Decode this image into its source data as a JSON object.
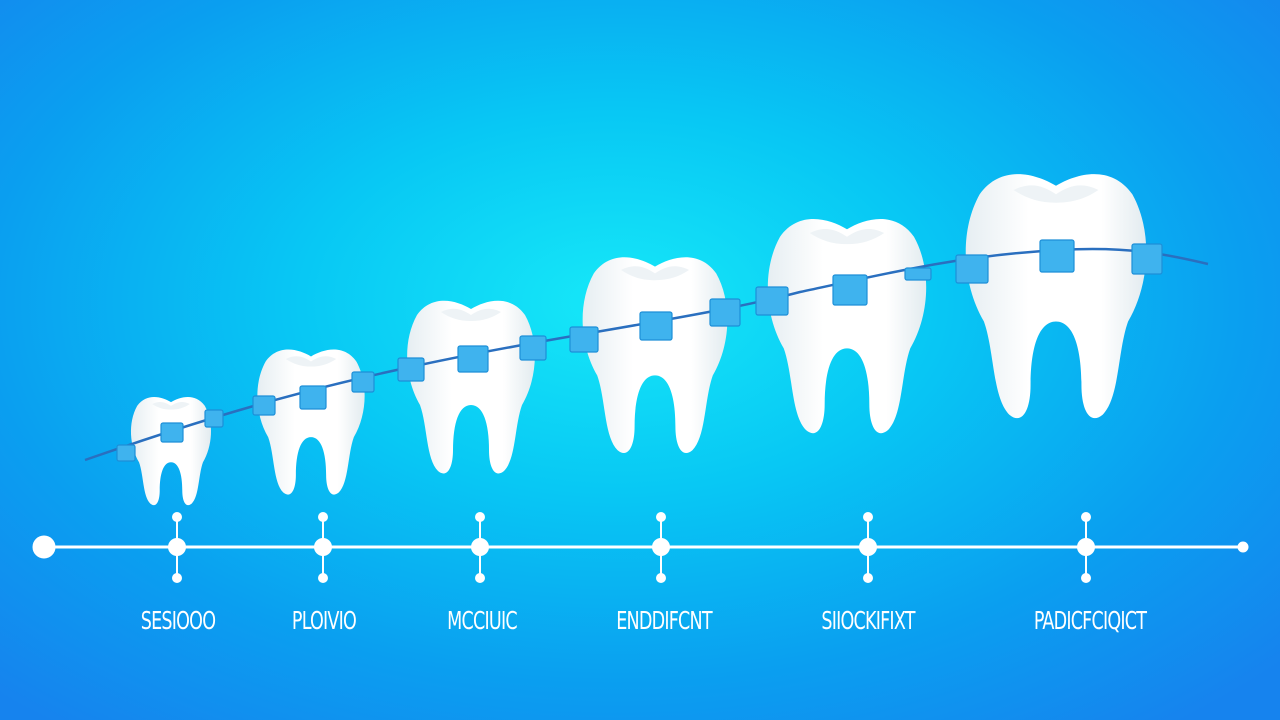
{
  "stages": [
    {
      "label": "SESIOOO"
    },
    {
      "label": "PLOIVIO"
    },
    {
      "label": "MCCIUIC"
    },
    {
      "label": "ENDDIFCNT"
    },
    {
      "label": "SIIOCKIFIXT"
    },
    {
      "label": "PADICFCIQICT"
    }
  ],
  "colors": {
    "tooth": "#ffffff",
    "bracket": "#3fb3ee",
    "wire": "#2a6fbf",
    "timeline": "#ffffff"
  },
  "icons": [
    "tooth-with-braces-icon"
  ]
}
